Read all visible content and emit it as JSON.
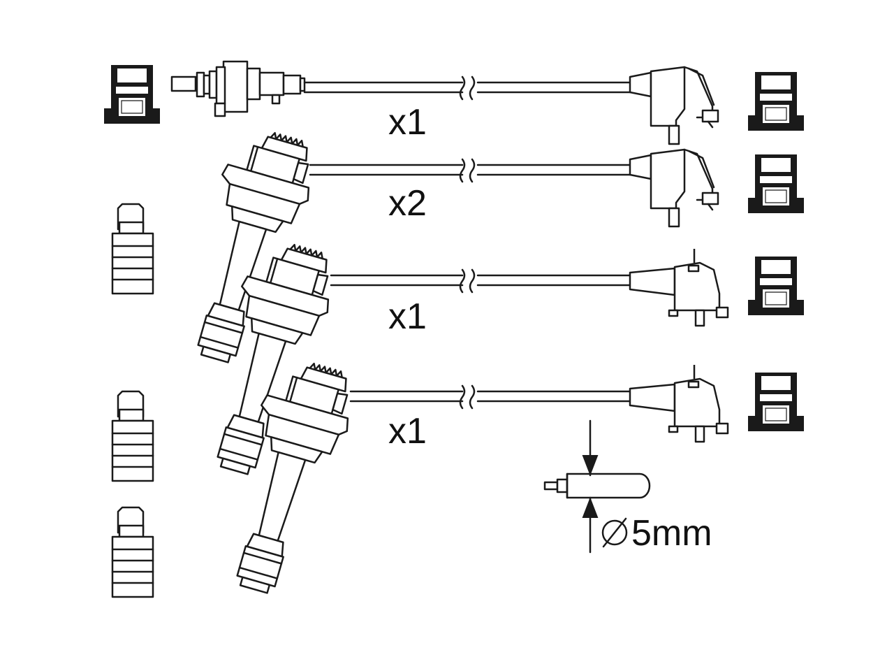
{
  "labels": {
    "row1_qty": "x1",
    "row2_qty": "x2",
    "row3_qty": "x1",
    "row4_qty": "x1",
    "diameter": "5mm"
  },
  "icons": [
    "ignition-cable-icon",
    "cable-boot-icon",
    "plug-connector-icon",
    "diameter-symbol-icon"
  ]
}
